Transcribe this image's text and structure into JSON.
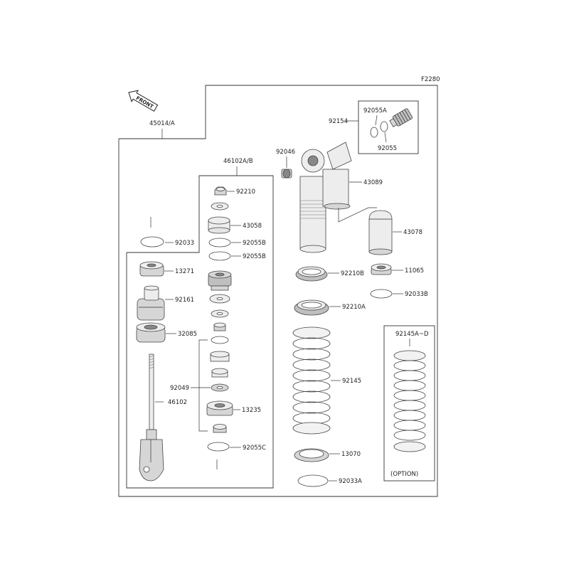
{
  "figure_code": "F2280",
  "front_label": "FRONT",
  "labels": {
    "assembly": "45014/A",
    "rod_assembly": "46102A/B",
    "p92210": "92210",
    "p43058": "43058",
    "p92055b_1": "92055B",
    "p92055b_2": "92055B",
    "p92033": "92033",
    "p13271": "13271",
    "p92161": "92161",
    "p32085": "32085",
    "p92049": "92049",
    "p46102": "46102",
    "p13235": "13235",
    "p92055c": "92055C",
    "p92046": "92046",
    "p92154": "92154",
    "p92055a": "92055A",
    "p92055": "92055",
    "p43089": "43089",
    "p43078": "43078",
    "p92210b": "92210B",
    "p11065": "11065",
    "p92033b": "92033B",
    "p92210a": "92210A",
    "p92145": "92145",
    "p13070": "13070",
    "p92033a": "92033A",
    "p92145a_d": "92145A~D",
    "option": "(OPTION)"
  }
}
